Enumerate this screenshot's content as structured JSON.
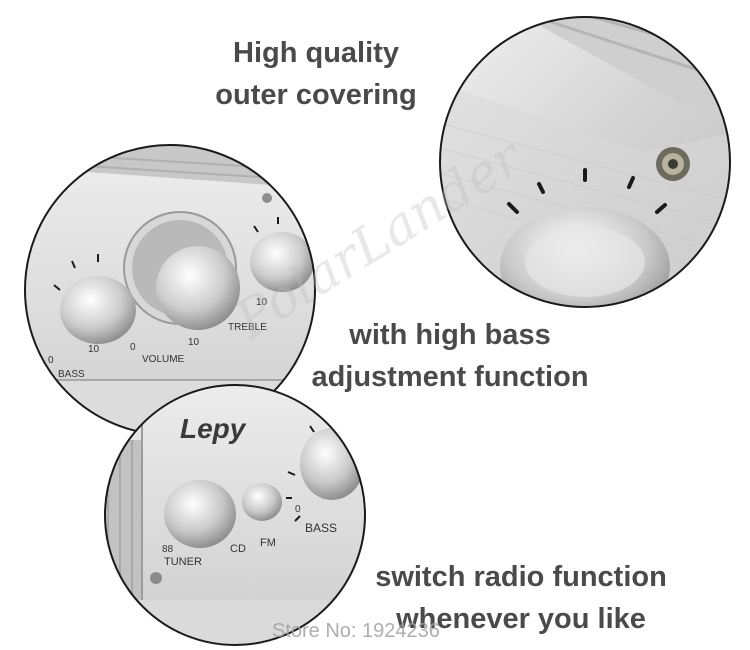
{
  "captions": {
    "covering": [
      "High quality",
      "outer covering"
    ],
    "bass": [
      "with high bass",
      "adjustment function"
    ],
    "radio": [
      "switch radio function",
      "whenever you like"
    ]
  },
  "photo_top_right": {
    "alt": "Close-up of brushed aluminum amplifier corner with screw and knob"
  },
  "photo_left": {
    "knob_labels": {
      "bass": "BASS",
      "volume": "VOLUME",
      "treble": "TREBLE",
      "bass_min": "0",
      "bass_max": "10",
      "vol_min": "0",
      "vol_max": "10",
      "treble_max": "10"
    }
  },
  "photo_bottom": {
    "brand": "Lepy",
    "labels": {
      "tuner": "TUNER",
      "cd": "CD",
      "fm": "FM",
      "bass": "BASS",
      "freq": "88",
      "zero": "0"
    }
  },
  "store_text": "Store No: 1924236",
  "watermark_text": "PolarLander",
  "colors": {
    "text": "#4a4a4a",
    "metal_light": "#e8e8e8",
    "metal_dark": "#9a9a9a",
    "outline": "#1a1a1a"
  }
}
